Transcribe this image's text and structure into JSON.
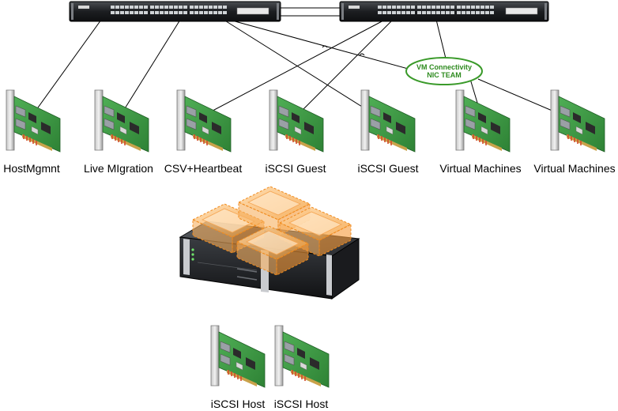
{
  "nic_team": {
    "line1": "VM Connectivity",
    "line2": "NIC TEAM",
    "color": "#3a9a2a"
  },
  "nics": [
    {
      "label": "HostMgmnt"
    },
    {
      "label": "Live MIgration"
    },
    {
      "label": "CSV+Heartbeat"
    },
    {
      "label": "iSCSI Guest"
    },
    {
      "label": "iSCSI Guest"
    },
    {
      "label": "Virtual Machines"
    },
    {
      "label": "Virtual Machines"
    }
  ],
  "host_nics": [
    {
      "label": "iSCSI Host"
    },
    {
      "label": "iSCSI Host"
    }
  ],
  "colors": {
    "nic_board": "#3f9e45",
    "switch_body": "#222426",
    "vm_orange": "#f5a040"
  }
}
